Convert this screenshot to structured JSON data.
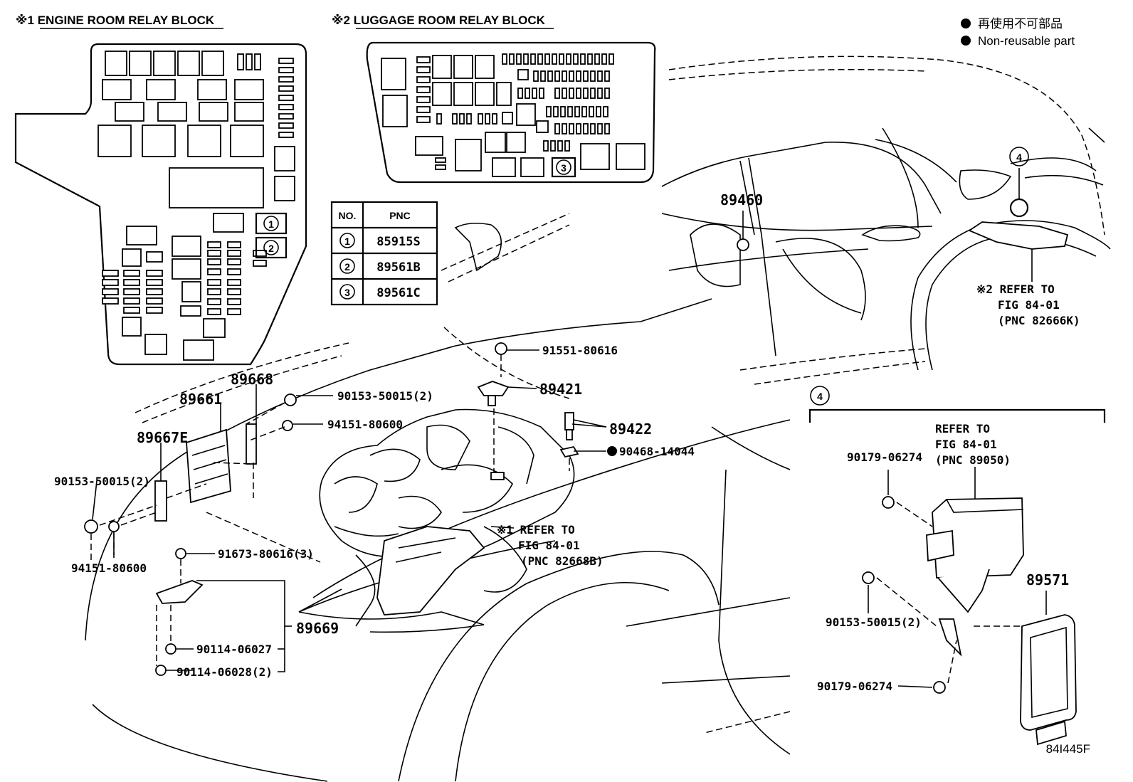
{
  "blocks": {
    "engine_title": "※1 ENGINE ROOM RELAY BLOCK",
    "luggage_title": "※2 LUGGAGE ROOM RELAY BLOCK"
  },
  "legend": {
    "jp": "再使用不可部品",
    "en": "Non-reusable part"
  },
  "table": {
    "header_no": "NO.",
    "header_pnc": "PNC",
    "rows": [
      {
        "no": "1",
        "pnc": "85915S"
      },
      {
        "no": "2",
        "pnc": "89561B"
      },
      {
        "no": "3",
        "pnc": "89561C"
      }
    ]
  },
  "markers": {
    "m1": "1",
    "m2": "2",
    "m3": "3",
    "m4": "4",
    "m4b": "4"
  },
  "parts": {
    "p89460": "89460",
    "p91551": "91551-80616",
    "p89421": "89421",
    "p89422": "89422",
    "p90468": "90468-14044",
    "p89668": "89668",
    "p89661": "89661",
    "p90153a": "90153-50015(2)",
    "p94151a": "94151-80600",
    "p89667e": "89667E",
    "p90153b": "90153-50015(2)",
    "p94151b": "94151-80600",
    "p91673": "91673-80616(3)",
    "p89669": "89669",
    "p90114a": "90114-06027",
    "p90114b": "90114-06028(2)",
    "p89571": "89571",
    "p90179a": "90179-06274",
    "p90153c": "90153-50015(2)",
    "p90179b": "90179-06274"
  },
  "refs": {
    "r2_1": "※2 REFER TO",
    "r2_2": "FIG 84-01",
    "r2_3": "(PNC 82666K)",
    "r1_1": "※1 REFER TO",
    "r1_2": "FIG 84-01",
    "r1_3": "(PNC 82668B)",
    "r4_1": "REFER TO",
    "r4_2": "FIG 84-01",
    "r4_3": "(PNC 89050)"
  },
  "footer": {
    "code": "84I445F"
  }
}
